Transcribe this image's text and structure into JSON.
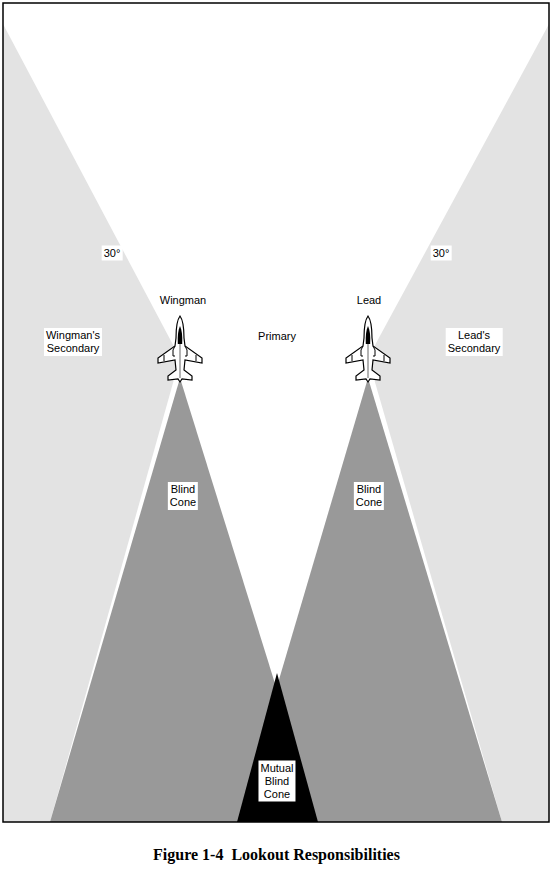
{
  "diagram": {
    "caption": "Figure 1-4  Lookout Responsibilities",
    "labels": [
      "30°",
      "30°",
      "Wingman",
      "Lead",
      "Wingman's Secondary",
      "Primary",
      "Lead's Secondary",
      "Blind Cone",
      "Blind Cone",
      "Mutual Blind Cone"
    ]
  }
}
